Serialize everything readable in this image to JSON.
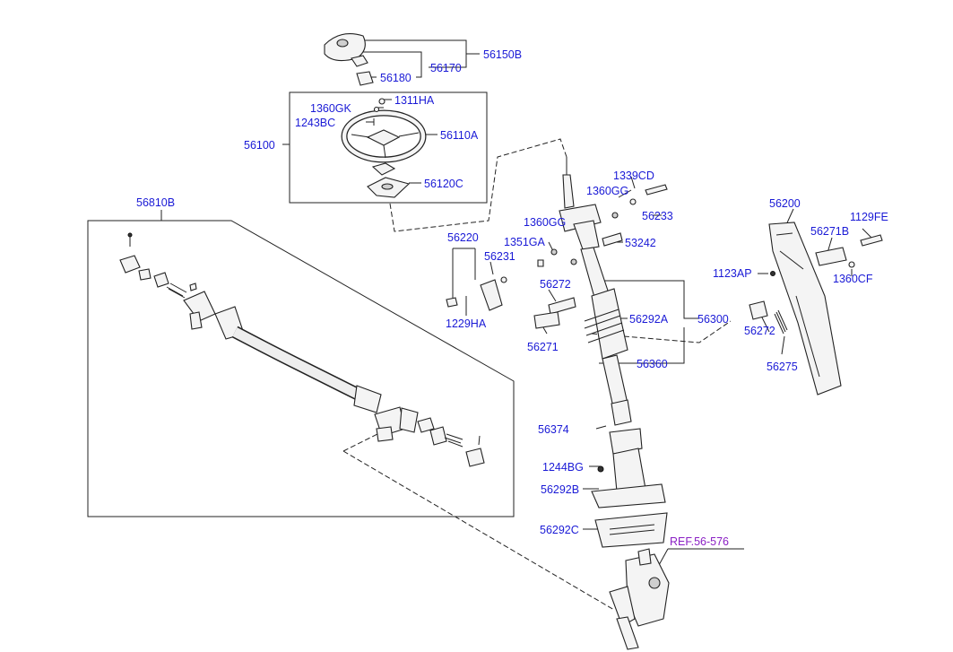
{
  "labels": {
    "l56150B": "56150B",
    "l56170": "56170",
    "l56180": "56180",
    "l1311HA": "1311HA",
    "l1360GK": "1360GK",
    "l1243BC": "1243BC",
    "l56100": "56100",
    "l56110A": "56110A",
    "l56120C": "56120C",
    "l56810B": "56810B",
    "l1339CD": "1339CD",
    "l1360GG_a": "1360GG",
    "l56233": "56233",
    "l1360GG_b": "1360GG",
    "l53242": "53242",
    "l56220": "56220",
    "l1351GA": "1351GA",
    "l56231": "56231",
    "l56272_a": "56272",
    "l1229HA": "1229HA",
    "l56292A": "56292A",
    "l56300": "56300",
    "l56271_a": "56271",
    "l56360": "56360",
    "l56374": "56374",
    "l1244BG": "1244BG",
    "l56292B": "56292B",
    "l56292C": "56292C",
    "l56200": "56200",
    "l1129FE": "1129FE",
    "l56271B": "56271B",
    "l1123AP": "1123AP",
    "l1360CF": "1360CF",
    "l56272_b": "56272",
    "l56275": "56275"
  },
  "reference": "REF.56-576",
  "colors": {
    "label": "#1a1ad6",
    "reference": "#8a1fc4",
    "line": "#222222"
  }
}
